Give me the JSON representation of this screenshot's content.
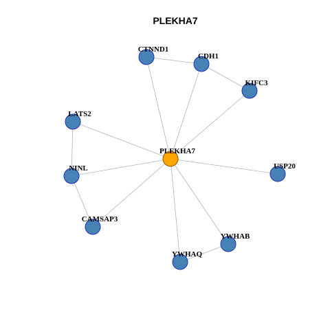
{
  "title": "PLEKHA7",
  "colors": {
    "center_fill": "#ffa500",
    "center_stroke": "#8a5a00",
    "node_fill": "#4682b4",
    "node_stroke": "#1f2fbf",
    "edge": "#b3b3b3"
  },
  "nodes": [
    {
      "id": "PLEKHA7",
      "label": "PLEKHA7",
      "center": true
    },
    {
      "id": "CTNND1",
      "label": "CTNND1"
    },
    {
      "id": "CDH1",
      "label": "CDH1"
    },
    {
      "id": "KIFC3",
      "label": "KIFC3"
    },
    {
      "id": "LATS2",
      "label": "LATS2"
    },
    {
      "id": "NINL",
      "label": "NINL"
    },
    {
      "id": "USP20",
      "label": "USP20"
    },
    {
      "id": "CAMSAP3",
      "label": "CAMSAP3"
    },
    {
      "id": "YWHAB",
      "label": "YWHAB"
    },
    {
      "id": "YWHAQ",
      "label": "YWHAQ"
    }
  ],
  "edges": [
    [
      "PLEKHA7",
      "CTNND1"
    ],
    [
      "PLEKHA7",
      "CDH1"
    ],
    [
      "PLEKHA7",
      "KIFC3"
    ],
    [
      "PLEKHA7",
      "LATS2"
    ],
    [
      "PLEKHA7",
      "NINL"
    ],
    [
      "PLEKHA7",
      "USP20"
    ],
    [
      "PLEKHA7",
      "CAMSAP3"
    ],
    [
      "PLEKHA7",
      "YWHAB"
    ],
    [
      "PLEKHA7",
      "YWHAQ"
    ],
    [
      "CTNND1",
      "CDH1"
    ],
    [
      "CDH1",
      "KIFC3"
    ],
    [
      "LATS2",
      "NINL"
    ],
    [
      "NINL",
      "CAMSAP3"
    ],
    [
      "YWHAB",
      "YWHAQ"
    ]
  ]
}
